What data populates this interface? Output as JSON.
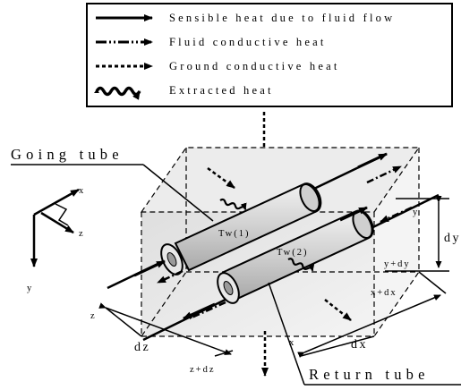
{
  "legend": {
    "sensible": "Sensible heat due to fluid flow",
    "fluid": "Fluid conductive heat",
    "ground": "Ground conductive heat",
    "extracted": "Extracted heat"
  },
  "labels": {
    "going_tube": "Going tube",
    "return_tube": "Return tube",
    "tw1": "Tw(1)",
    "tw2": "Tw(2)",
    "axis_x": "x",
    "axis_y": "y",
    "axis_z": "z",
    "dim_y": "y",
    "dim_y_dy": "y+dy",
    "dim_dy": "dy",
    "dim_x_dx": "x+dx",
    "dim_dx": "dx",
    "dim_x": "x",
    "dim_z": "z",
    "dim_dz": "dz",
    "dim_z_dz": "z+dz"
  },
  "colors": {
    "box_fill": "#e6e6e6",
    "tube_fill": "#d4d4d4",
    "ink": "#000000"
  }
}
